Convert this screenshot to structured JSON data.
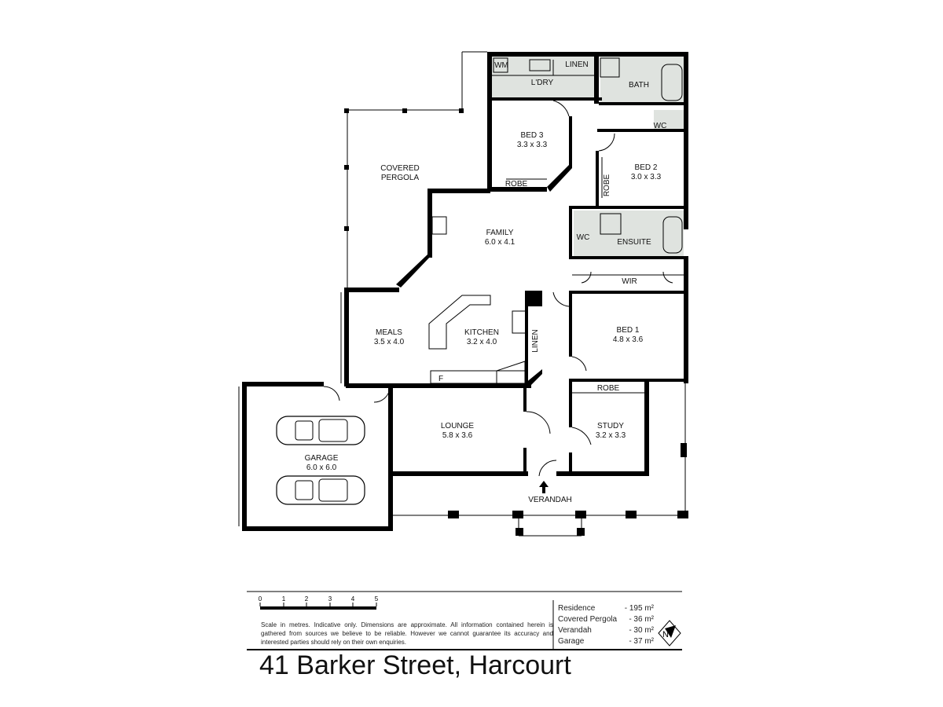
{
  "rooms": {
    "wm": "WM",
    "linen_top": "LINEN",
    "laundry": "L'DRY",
    "bath": "BATH",
    "wc_top": "WC",
    "bed3_name": "BED 3",
    "bed3_dim": "3.3 x 3.3",
    "robe_bed3": "ROBE",
    "pergola_l1": "COVERED",
    "pergola_l2": "PERGOLA",
    "bed2_name": "BED 2",
    "bed2_dim": "3.0 x 3.3",
    "robe_bed2": "ROBE",
    "family_name": "FAMILY",
    "family_dim": "6.0 x 4.1",
    "wc_ensuite": "WC",
    "ensuite": "ENSUITE",
    "wir": "WIR",
    "meals_name": "MEALS",
    "meals_dim": "3.5 x 4.0",
    "kitchen_name": "KITCHEN",
    "kitchen_dim": "3.2 x 4.0",
    "linen_hall": "LINEN",
    "bed1_name": "BED 1",
    "bed1_dim": "4.8 x 3.6",
    "fridge": "F",
    "robe_study": "ROBE",
    "lounge_name": "LOUNGE",
    "lounge_dim": "5.8 x 3.6",
    "study_name": "STUDY",
    "study_dim": "3.2 x 3.3",
    "garage_name": "GARAGE",
    "garage_dim": "6.0 x 6.0",
    "verandah": "VERANDAH"
  },
  "scale_bar": {
    "ticks": [
      "0",
      "1",
      "2",
      "3",
      "4",
      "5"
    ]
  },
  "disclaimer": "Scale in metres. Indicative only. Dimensions are approximate. All information contained herein is gathered from sources we believe to be reliable. However we cannot guarantee its accuracy and interested parties should rely on their own enquiries.",
  "areas": [
    {
      "name": "Residence",
      "value": "- 195 m²"
    },
    {
      "name": "Covered Pergola",
      "value": "- 36 m²"
    },
    {
      "name": "Verandah",
      "value": "- 30 m²"
    },
    {
      "name": "Garage",
      "value": "- 37 m²"
    }
  ],
  "north_icon": "north-arrow-icon",
  "address": "41 Barker Street, Harcourt"
}
